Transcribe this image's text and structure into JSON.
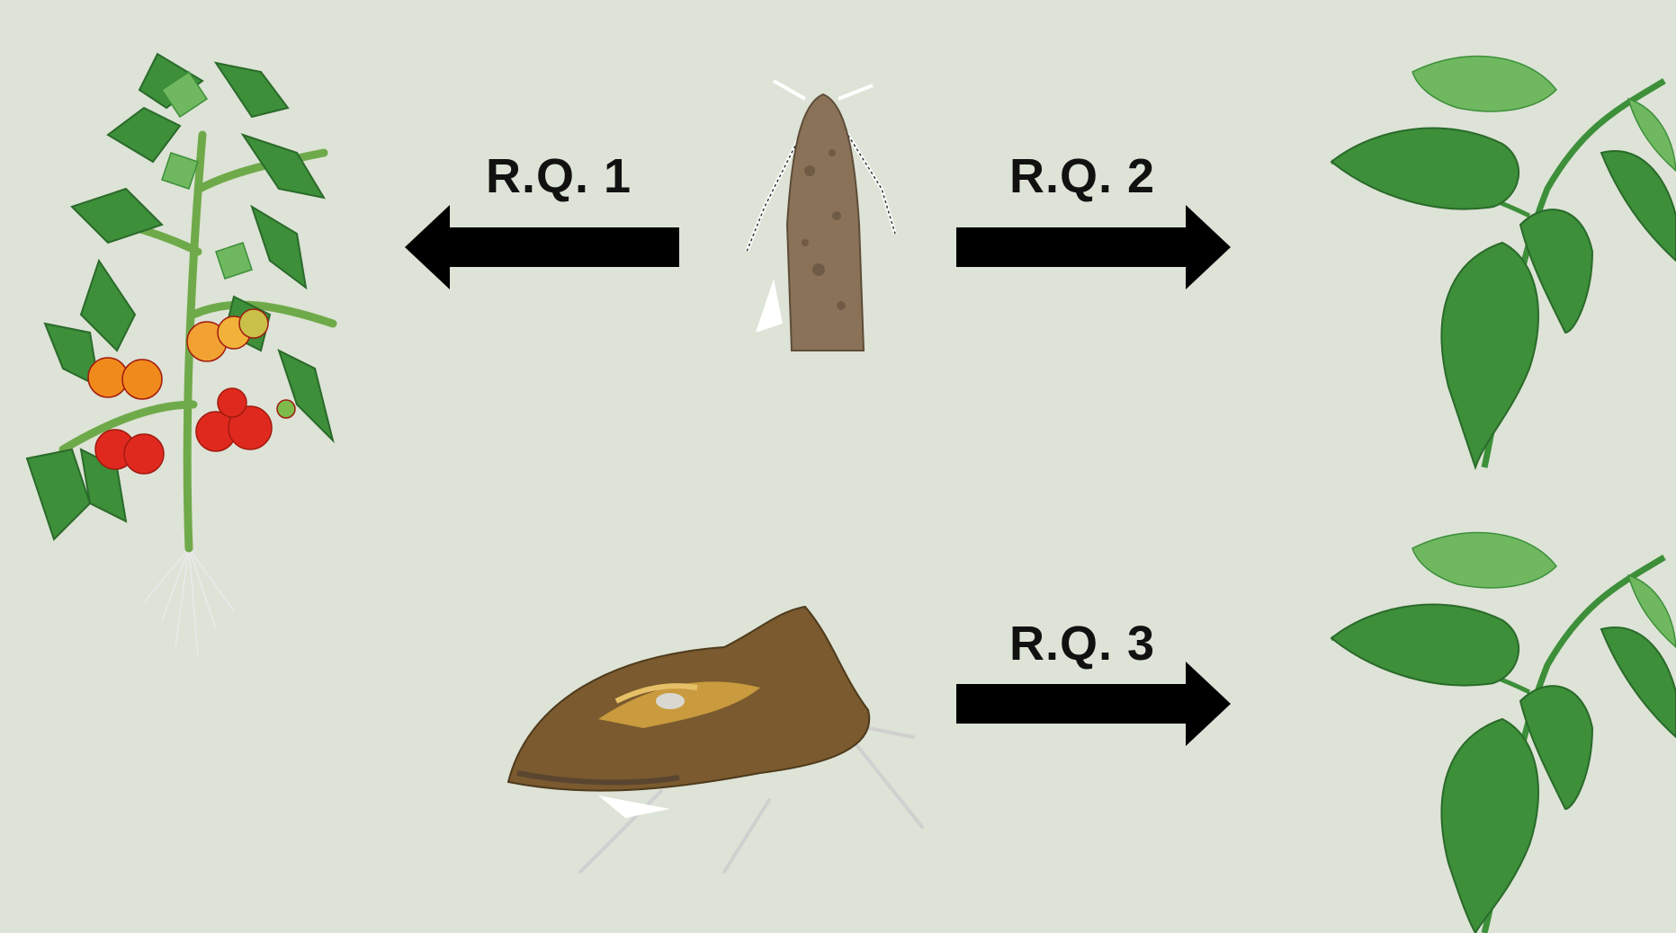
{
  "labels": {
    "rq1": "R.Q. 1",
    "rq2": "R.Q. 2",
    "rq3": "R.Q. 3"
  },
  "colors": {
    "background": "#dde3d6",
    "arrow": "#000000",
    "leaf": "#3d8f3a",
    "leaf_light": "#6fb860",
    "fruit_red": "#e0291e",
    "fruit_orange": "#f08a1c",
    "moth_brown": "#8a7258",
    "moth_bronze": "#7a5a2e"
  },
  "icons": {
    "plant": "tomato-plant-icon",
    "small_moth": "grey-moth-icon",
    "large_moth": "bronze-moth-icon",
    "leaf_top": "tomato-leaf-icon",
    "leaf_bottom": "tomato-leaf-icon"
  }
}
